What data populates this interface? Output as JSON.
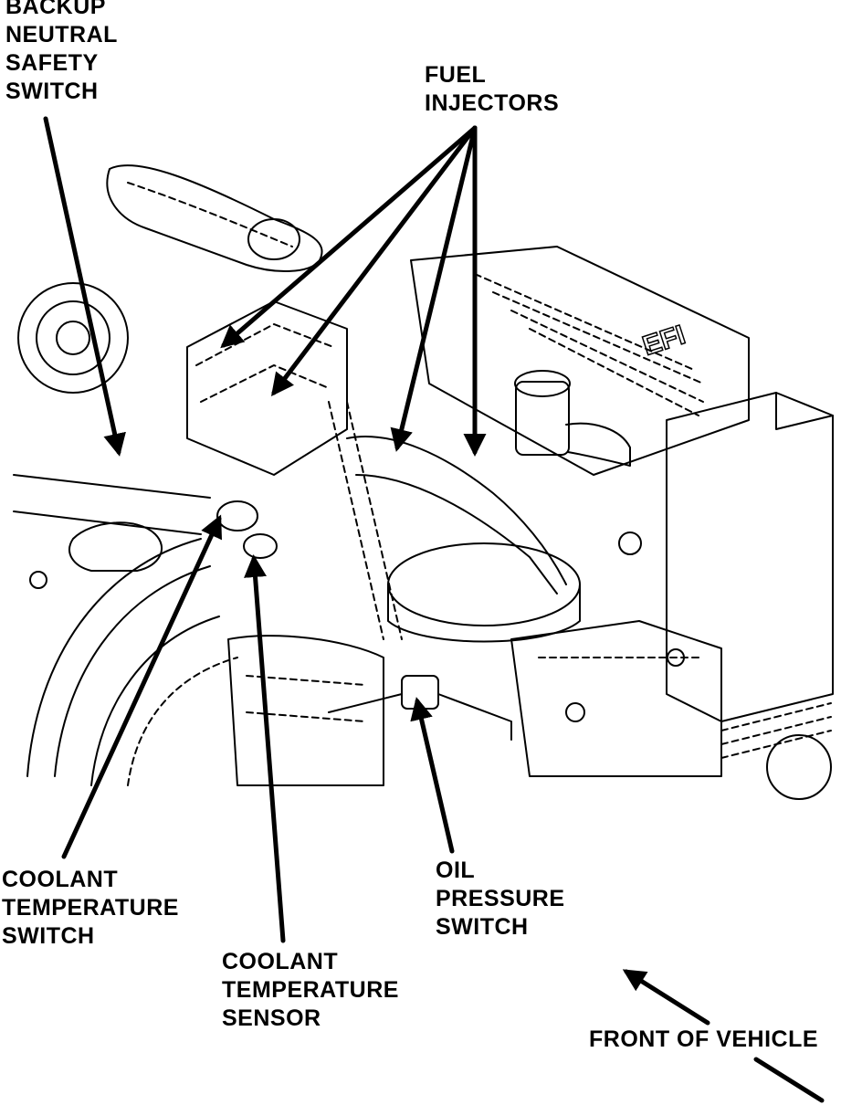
{
  "labels": {
    "backup_neutral_safety_switch": [
      "BACKUP",
      "NEUTRAL",
      "SAFETY",
      "SWITCH"
    ],
    "fuel_injectors": [
      "FUEL",
      "INJECTORS"
    ],
    "coolant_temperature_switch": [
      "COOLANT",
      "TEMPERATURE",
      "SWITCH"
    ],
    "coolant_temperature_sensor": [
      "COOLANT",
      "TEMPERATURE",
      "SENSOR"
    ],
    "oil_pressure_switch": [
      "OIL",
      "PRESSURE",
      "SWITCH"
    ],
    "front_of_vehicle": "FRONT OF VEHICLE"
  },
  "engine_badge": "EFI"
}
